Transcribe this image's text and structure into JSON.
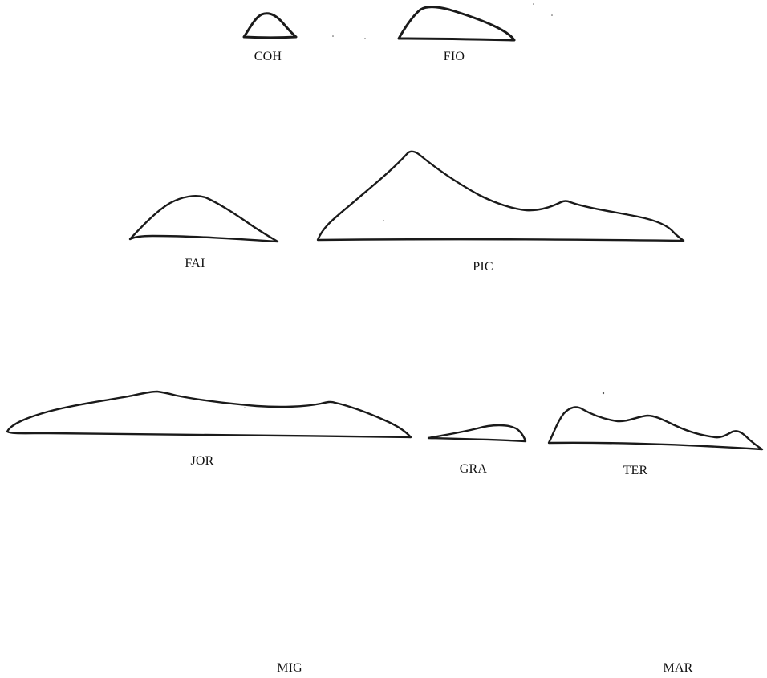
{
  "islands": [
    {
      "id": "coh",
      "label": "COH"
    },
    {
      "id": "fio",
      "label": "FIO"
    },
    {
      "id": "fai",
      "label": "FAI"
    },
    {
      "id": "pic",
      "label": "PIC"
    },
    {
      "id": "jor",
      "label": "JOR"
    },
    {
      "id": "gra",
      "label": "GRA"
    },
    {
      "id": "ter",
      "label": "TER"
    },
    {
      "id": "mig",
      "label": "MIG"
    },
    {
      "id": "mar",
      "label": "MAR"
    }
  ]
}
